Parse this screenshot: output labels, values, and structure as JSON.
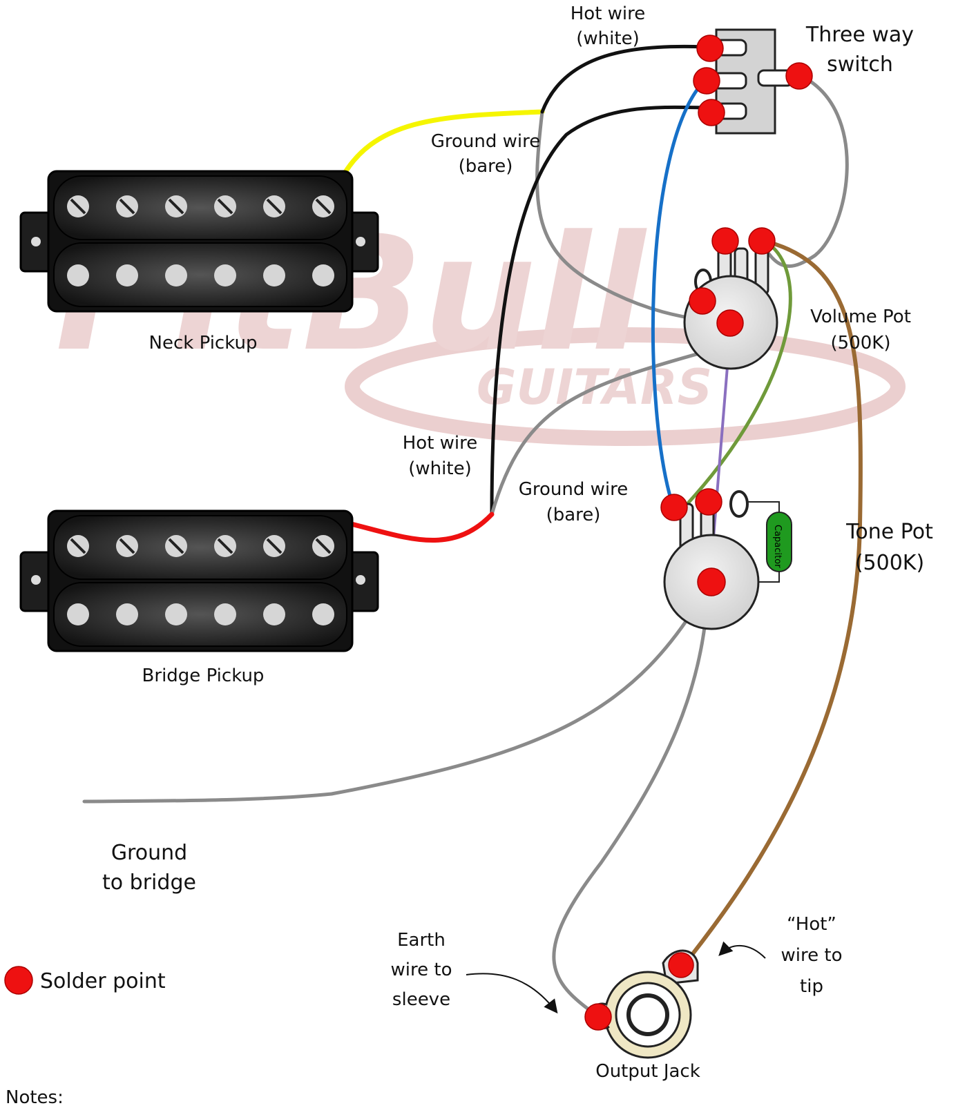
{
  "watermark": {
    "brand": "PitBull",
    "sub": "GUITARS",
    "color": "#e7c4c4"
  },
  "labels": {
    "switch_line1": "Three way",
    "switch_line2": "switch",
    "hot_top_line1": "Hot wire",
    "hot_top_line2": "(white)",
    "ground_top_line1": "Ground wire",
    "ground_top_line2": "(bare)",
    "neck_pickup": "Neck Pickup",
    "bridge_pickup": "Bridge Pickup",
    "hot_mid_line1": "Hot wire",
    "hot_mid_line2": "(white)",
    "ground_mid_line1": "Ground wire",
    "ground_mid_line2": "(bare)",
    "volume_line1": "Volume Pot",
    "volume_line2": "(500K)",
    "tone_line1": "Tone Pot",
    "tone_line2": "(500K)",
    "capacitor": "Capacitor",
    "ground_bridge_line1": "Ground",
    "ground_bridge_line2": "to bridge",
    "earth_line1": "Earth",
    "earth_line2": "wire to",
    "earth_line3": "sleeve",
    "hot_tip_line1": "“Hot”",
    "hot_tip_line2": "wire to",
    "hot_tip_line3": "tip",
    "output_jack": "Output Jack",
    "legend": "Solder point",
    "notes": "Notes:"
  },
  "colors": {
    "solder": "#ee1111",
    "wire_black": "#111111",
    "wire_yellow": "#f5f500",
    "wire_red": "#ee1111",
    "wire_gray": "#8a8a8a",
    "wire_blue": "#1670c8",
    "wire_green": "#6f9a3a",
    "wire_purple": "#8a6fbf",
    "wire_brown": "#9a6a33",
    "capacitor": "#1f9a1f"
  }
}
